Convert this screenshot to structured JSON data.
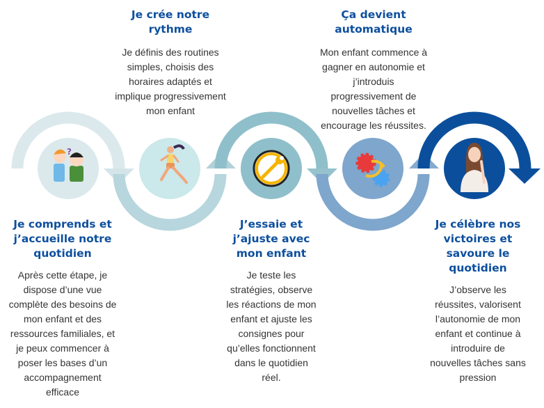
{
  "colors": {
    "heading": "#0d4f9e",
    "step1": "#dbe9ec",
    "step2": "#b7d6dd",
    "step3": "#8fbfca",
    "step4": "#7fa6cc",
    "step5": "#0b4f9c"
  },
  "steps": [
    {
      "icon": "confused-people-icon",
      "title": "Je comprends et\nj’accueille notre\nquotidien",
      "body": "Après cette étape, je\ndispose d’une vue\ncomplète des besoins de\nmon enfant et des\nressources familiales, et\nje peux commencer à\nposer les bases d’un\naccompagnement\nefficace"
    },
    {
      "icon": "running-woman-icon",
      "title": "Je crée notre\nrythme",
      "body": "Je définis  des routines\nsimples, choisis des\nhoraires adaptés et\nimplique progressivement\nmon enfant"
    },
    {
      "icon": "wrench-icon",
      "title": "J’essaie et\nj’ajuste avec\nmon enfant",
      "body": "Je teste les\nstratégies, observe\nles réactions de mon\nenfant et ajuste les\nconsignes pour\nqu’elles fonctionnent\ndans le quotidien\nréel."
    },
    {
      "icon": "gears-cycle-icon",
      "title": "Ça devient\nautomatique",
      "body": "Mon enfant commence à\ngagner en autonomie et\nj’introduis\nprogressivement de\nnouvelles tâches et\nencourage les réussites."
    },
    {
      "icon": "happy-woman-icon",
      "title": "Je célèbre nos\nvictoires et\nsavoure le\nquotidien",
      "body": "J’observe les\nréussites, valorisent\nl’autonomie de mon\nenfant et continue à\nintroduire de\nnouvelles tâches sans\npression"
    }
  ]
}
